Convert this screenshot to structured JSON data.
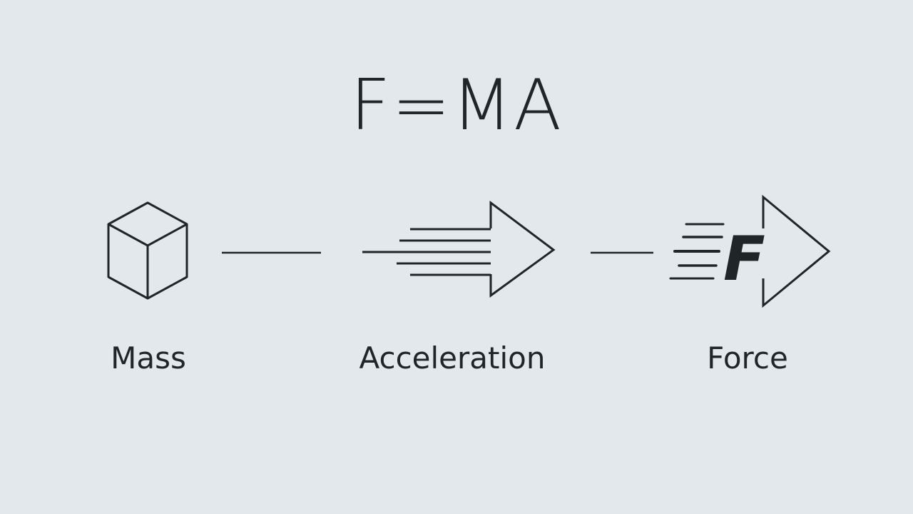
{
  "title": "F=MA",
  "items": [
    {
      "label": "Mass",
      "icon": "cube-icon"
    },
    {
      "label": "Acceleration",
      "icon": "arrow-right-icon"
    },
    {
      "label": "Force",
      "icon": "force-arrow-icon"
    }
  ],
  "force_icon_letter": "F",
  "colors": {
    "background": "#e3e8ec",
    "ink": "#202528"
  }
}
